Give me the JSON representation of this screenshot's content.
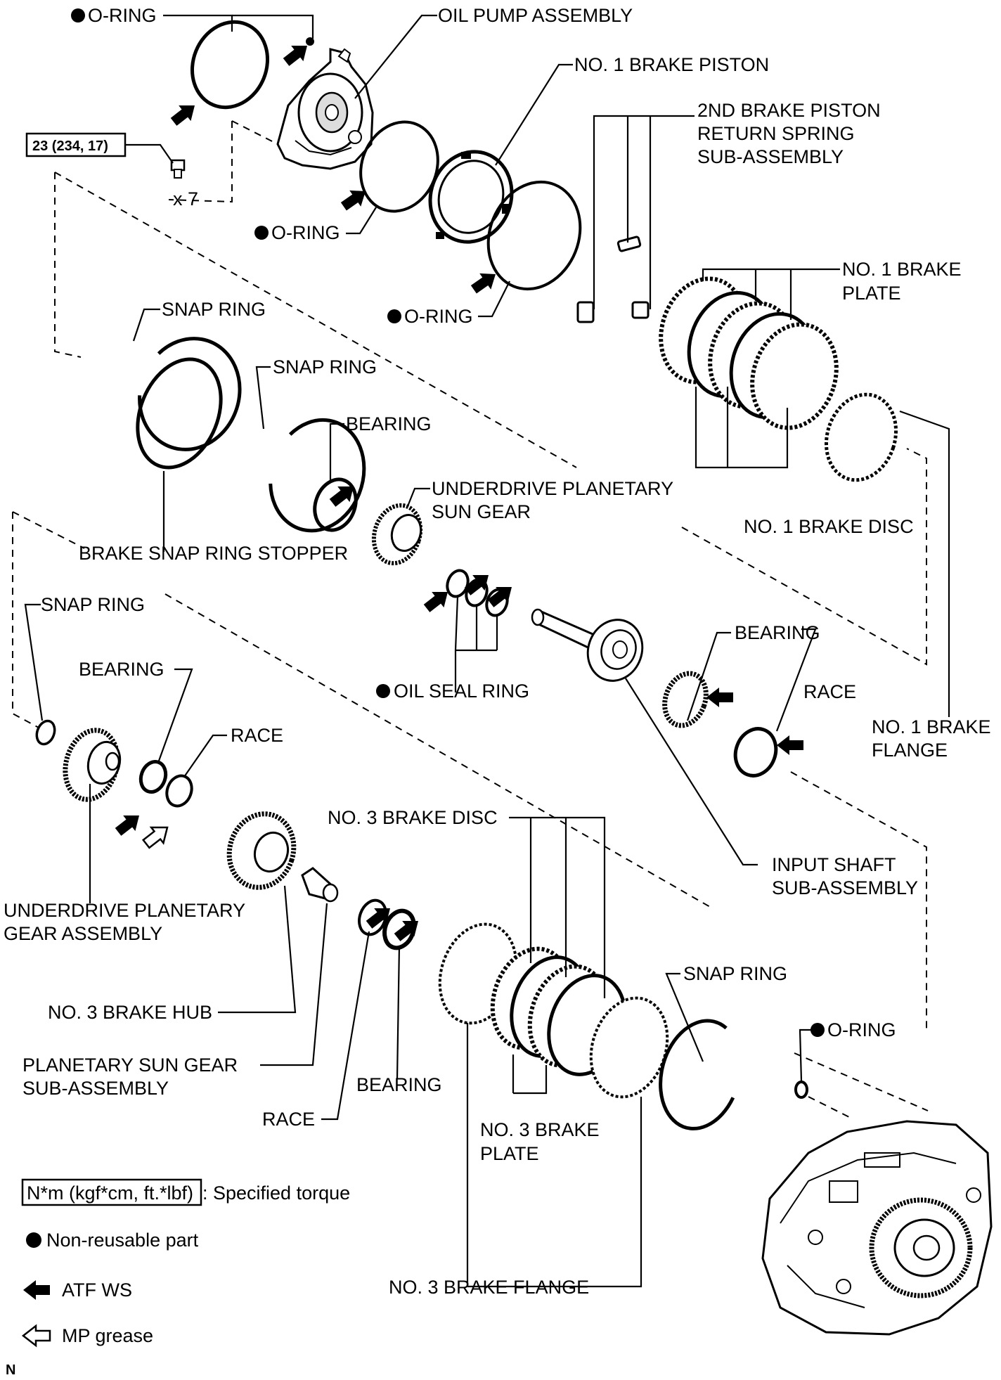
{
  "labels": {
    "o_ring_top": "O-RING",
    "oil_pump_assembly": "OIL PUMP ASSEMBLY",
    "no1_brake_piston": "NO. 1 BRAKE PISTON",
    "second_brake_piston_return_spring_l1": "2ND BRAKE PISTON",
    "second_brake_piston_return_spring_l2": "RETURN SPRING",
    "second_brake_piston_return_spring_l3": "SUB-ASSEMBLY",
    "torque_value": "23 (234, 17)",
    "bolt_count": "x 7",
    "o_ring_mid": "O-RING",
    "o_ring_lower": "O-RING",
    "no1_brake_plate_l1": "NO. 1 BRAKE",
    "no1_brake_plate_l2": "PLATE",
    "snap_ring_1": "SNAP RING",
    "snap_ring_2": "SNAP RING",
    "bearing_1": "BEARING",
    "underdrive_planetary_sun_gear_l1": "UNDERDRIVE PLANETARY",
    "underdrive_planetary_sun_gear_l2": "SUN GEAR",
    "brake_snap_ring_stopper": "BRAKE SNAP RING STOPPER",
    "no1_brake_disc": "NO. 1 BRAKE DISC",
    "snap_ring_3": "SNAP RING",
    "oil_seal_ring": "OIL SEAL RING",
    "bearing_2": "BEARING",
    "bearing_3": "BEARING",
    "race_1": "RACE",
    "race_2": "RACE",
    "no1_brake_flange_l1": "NO. 1 BRAKE",
    "no1_brake_flange_l2": "FLANGE",
    "no3_brake_disc": "NO. 3 BRAKE DISC",
    "input_shaft_l1": "INPUT SHAFT",
    "input_shaft_l2": "SUB-ASSEMBLY",
    "underdrive_planetary_gear_l1": "UNDERDRIVE PLANETARY",
    "underdrive_planetary_gear_l2": "GEAR ASSEMBLY",
    "snap_ring_4": "SNAP RING",
    "o_ring_case": "O-RING",
    "no3_brake_hub": "NO. 3 BRAKE HUB",
    "planetary_sun_gear_l1": "PLANETARY SUN GEAR",
    "planetary_sun_gear_l2": "SUB-ASSEMBLY",
    "bearing_4": "BEARING",
    "race_3": "RACE",
    "no3_brake_plate_l1": "NO. 3 BRAKE",
    "no3_brake_plate_l2": "PLATE",
    "no3_brake_flange": "NO. 3 BRAKE FLANGE",
    "corner_mark": "N"
  },
  "legend": {
    "torque_box": "N*m (kgf*cm, ft.*lbf)",
    "torque_text": ": Specified torque",
    "non_reusable": "Non-reusable part",
    "atf_ws": "ATF WS",
    "mp_grease": "MP grease"
  },
  "colors": {
    "ink": "#000000",
    "paper": "#ffffff"
  }
}
